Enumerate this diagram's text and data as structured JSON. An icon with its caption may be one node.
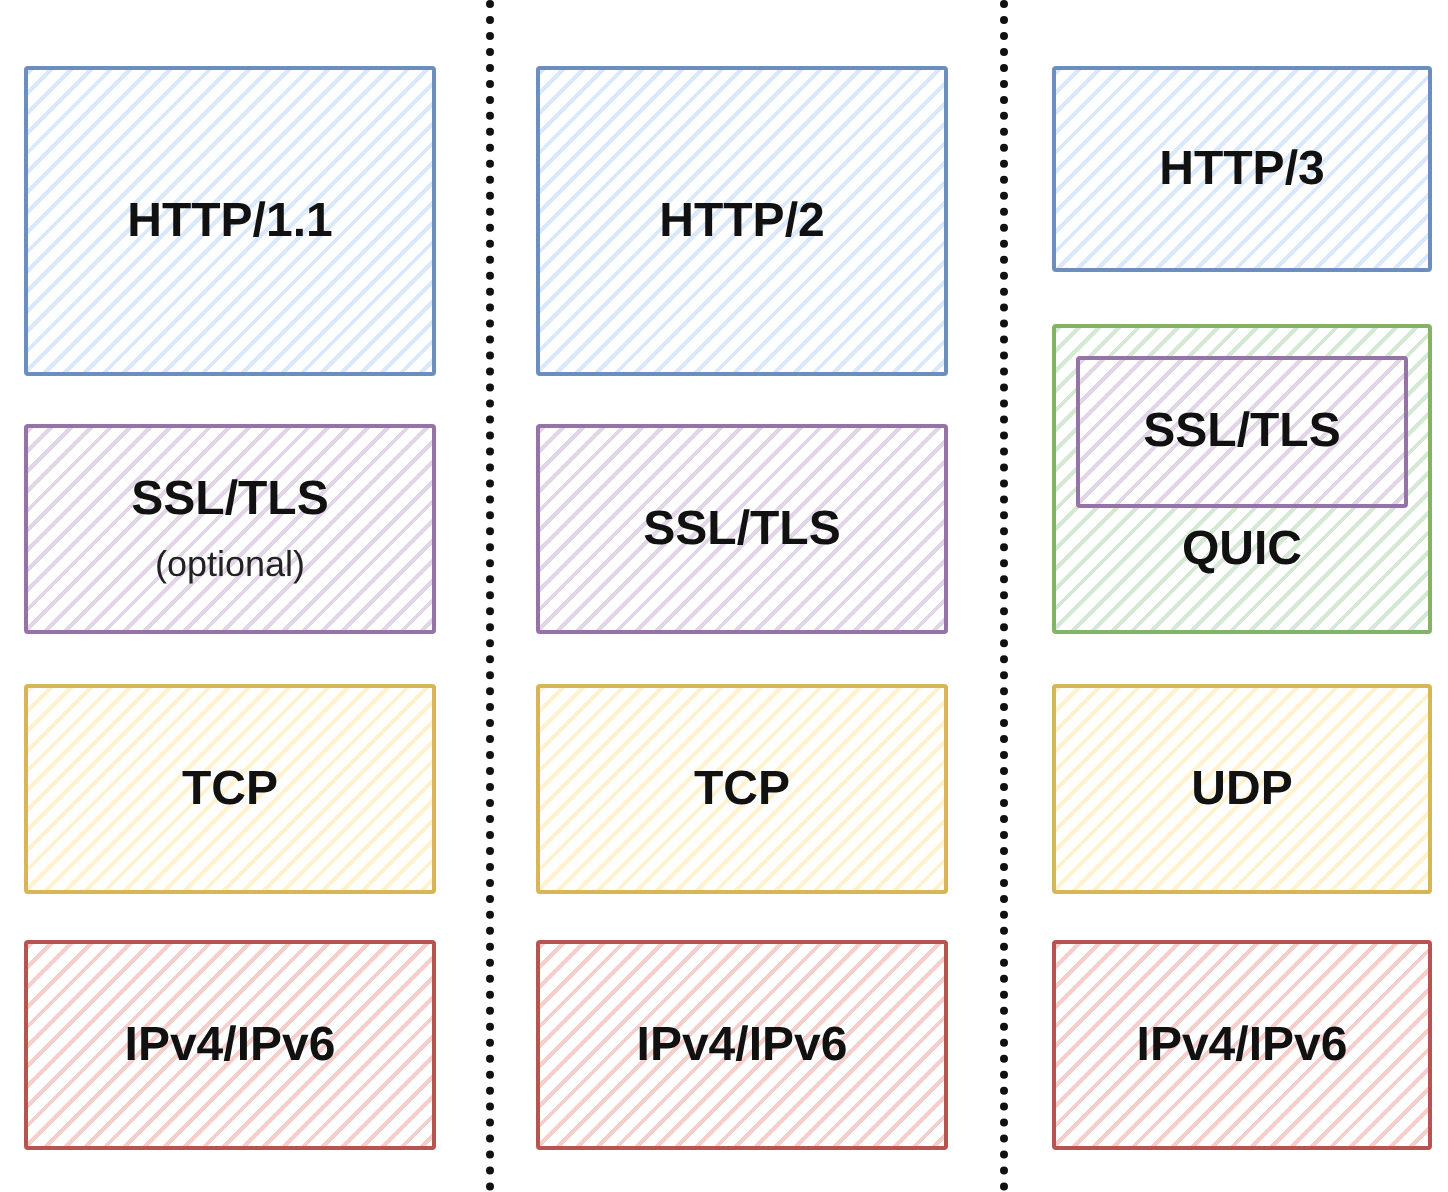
{
  "diagram": {
    "nodes": [
      {
        "text": [
          "HTTP/1.1"
        ]
      },
      {
        "text": [
          "HTTP/2"
        ]
      },
      {
        "text": [
          "HTTP/3"
        ]
      },
      {
        "text": [
          "SSL/TLS",
          "(optional)"
        ]
      },
      {
        "text": [
          "SSL/TLS"
        ]
      },
      {
        "text": [
          "QUIC"
        ]
      },
      {
        "text": [
          "SSL/TLS"
        ],
        "in": 5
      },
      {
        "text": [
          "TCP"
        ]
      },
      {
        "text": [
          "TCP"
        ]
      },
      {
        "text": [
          "UDP"
        ]
      },
      {
        "text": [
          "IPv4/IPv6"
        ]
      },
      {
        "text": [
          "IPv4/IPv6"
        ]
      },
      {
        "text": [
          "IPv4/IPv6"
        ]
      }
    ]
  }
}
